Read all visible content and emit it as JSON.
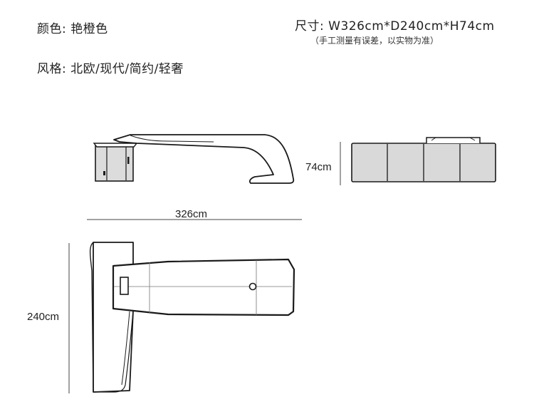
{
  "specs": {
    "color_label": "颜色:",
    "color_value": "艳橙色",
    "style_label": "风格:",
    "style_value": "北欧/现代/简约/轻奢",
    "size_label": "尺寸:",
    "size_value": "W326cm*D240cm*H74cm",
    "size_note": "（手工测量有误差，以实物为准）"
  },
  "dimensions": {
    "height": "74cm",
    "width": "326cm",
    "depth": "240cm"
  },
  "colors": {
    "outline": "#1a1a1a",
    "cabinet_fill": "#d9d9d9",
    "guide": "#777777"
  }
}
